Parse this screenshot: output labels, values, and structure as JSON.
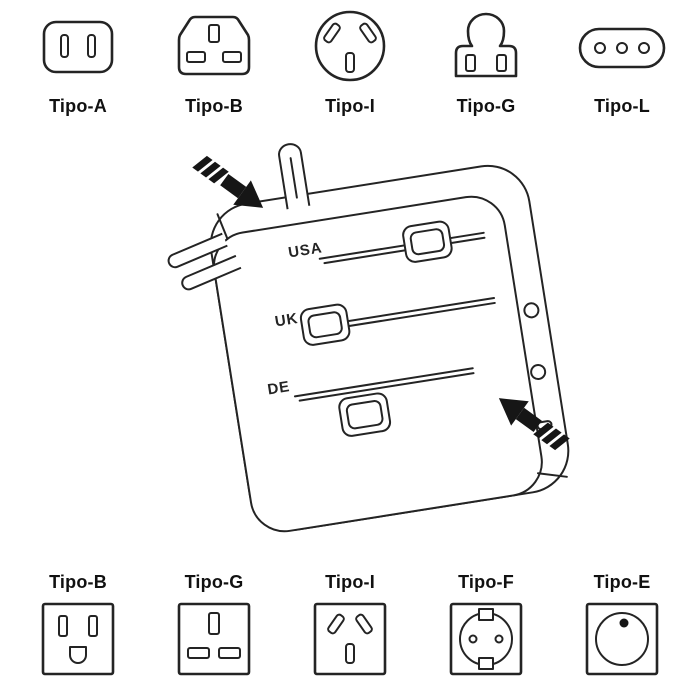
{
  "style": {
    "ink": "#242424",
    "background": "#ffffff"
  },
  "top_row": {
    "items": [
      {
        "label": "Tipo-A",
        "icon": "type-a-plug-icon"
      },
      {
        "label": "Tipo-B",
        "icon": "type-b-plug-icon"
      },
      {
        "label": "Tipo-I",
        "icon": "type-i-plug-icon"
      },
      {
        "label": "Tipo-G",
        "icon": "type-g-plug-icon"
      },
      {
        "label": "Tipo-L",
        "icon": "type-l-plug-icon"
      }
    ]
  },
  "adapter": {
    "labels": {
      "usa": "USA",
      "uk": "UK",
      "de": "DE"
    },
    "icons": [
      "slide-in-arrow-icon",
      "slide-out-arrow-icon"
    ]
  },
  "bottom_row": {
    "items": [
      {
        "label": "Tipo-B",
        "icon": "type-b-socket-icon"
      },
      {
        "label": "Tipo-G",
        "icon": "type-g-socket-icon"
      },
      {
        "label": "Tipo-I",
        "icon": "type-i-socket-icon"
      },
      {
        "label": "Tipo-F",
        "icon": "type-f-socket-icon"
      },
      {
        "label": "Tipo-E",
        "icon": "type-e-socket-icon"
      }
    ]
  }
}
